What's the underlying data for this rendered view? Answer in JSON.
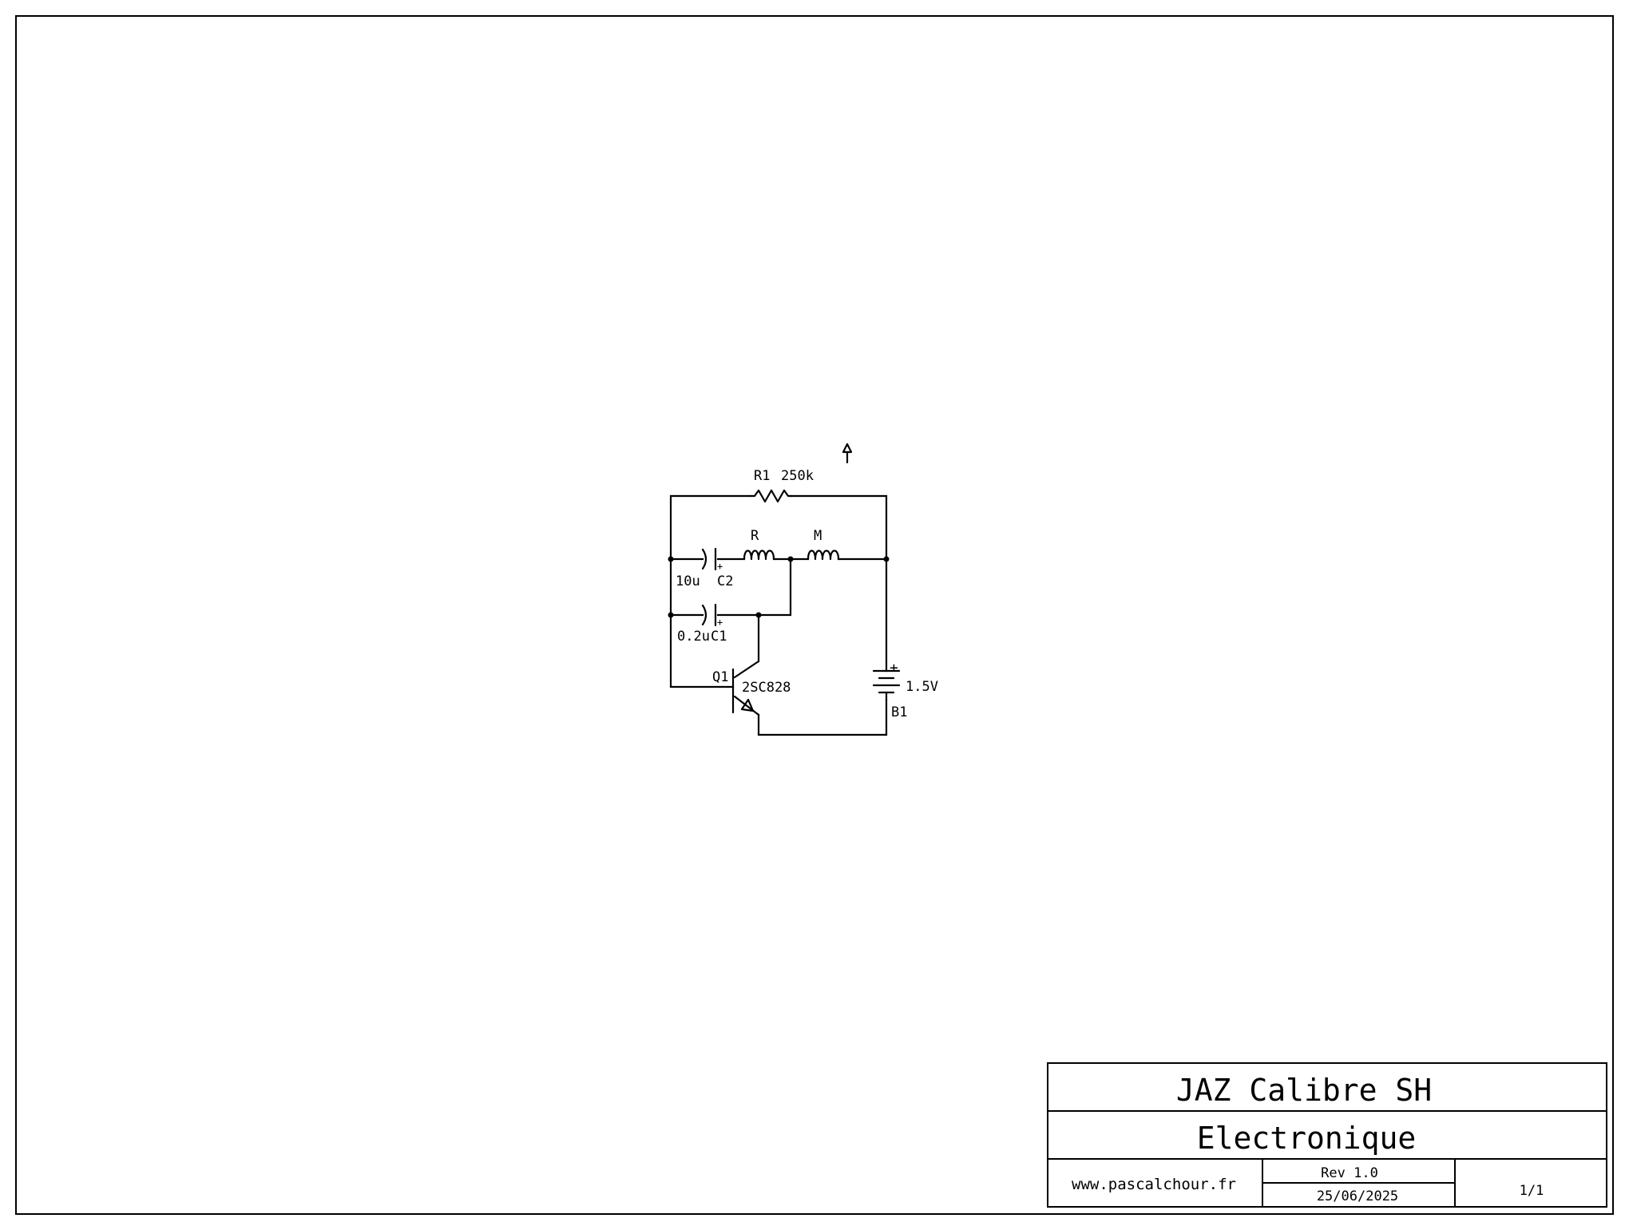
{
  "schematic": {
    "components": {
      "r1": {
        "ref": "R1",
        "value": "250k"
      },
      "coil_r": {
        "ref": "R"
      },
      "coil_m": {
        "ref": "M"
      },
      "c2": {
        "ref": "C2",
        "value": "10u",
        "polarity": "+"
      },
      "c1": {
        "ref": "C1",
        "value": "0.2u",
        "polarity": "+"
      },
      "q1": {
        "ref": "Q1",
        "value": "2SC828"
      },
      "b1": {
        "ref": "B1",
        "value": "1.5V",
        "polarity": "+"
      }
    }
  },
  "title_block": {
    "title": "JAZ Calibre SH",
    "subtitle": "Electronique",
    "website": "www.pascalchour.fr",
    "revision": "Rev 1.0",
    "date": "25/06/2025",
    "sheet": "1/1"
  }
}
